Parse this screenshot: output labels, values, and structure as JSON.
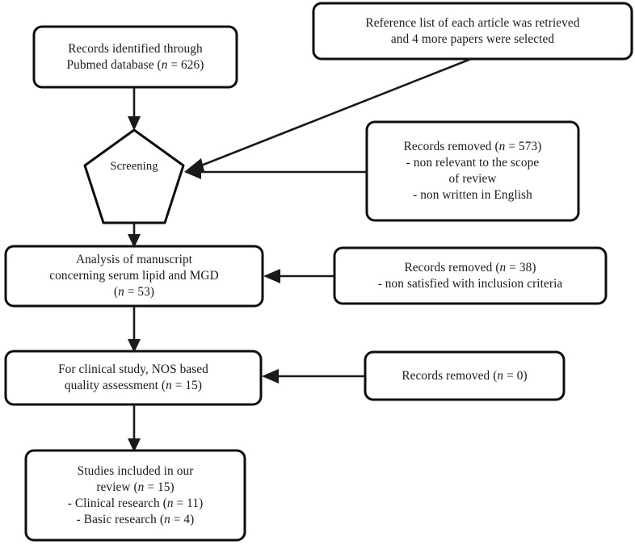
{
  "diagram": {
    "type": "prisma-flow-diagram",
    "colors": {
      "background": "#ffffff",
      "shape_stroke": "#0d0d0d",
      "connector": "#1a1a1a",
      "text": "#1a1a1a"
    },
    "nodes": [
      {
        "id": "records-identified",
        "shape": "rounded-rect",
        "lines": [
          "Records identified through",
          "Pubmed database (n = 626)"
        ],
        "count_label": "n = 626",
        "count": 626
      },
      {
        "id": "reference-list",
        "shape": "rounded-rect",
        "lines": [
          "Reference list of each article was retrieved",
          "and 4 more papers were selected"
        ],
        "count_label": "4 more papers",
        "count": 4
      },
      {
        "id": "screening",
        "shape": "pentagon",
        "lines": [
          "Screening"
        ]
      },
      {
        "id": "records-removed-573",
        "shape": "rounded-rect",
        "lines": [
          "Records removed (n = 573)",
          "- non relevant to the scope",
          "of review",
          "- non written in English"
        ],
        "count_label": "n = 573",
        "count": 573
      },
      {
        "id": "analysis-manuscript",
        "shape": "rounded-rect",
        "lines": [
          "Analysis of manuscript",
          "concerning serum lipid and MGD",
          "(n = 53)"
        ],
        "count_label": "n = 53",
        "count": 53
      },
      {
        "id": "records-removed-38",
        "shape": "rounded-rect",
        "lines": [
          "Records removed (n = 38)",
          "- non satisfied with inclusion criteria"
        ],
        "count_label": "n = 38",
        "count": 38
      },
      {
        "id": "nos-quality",
        "shape": "rounded-rect",
        "lines": [
          "For clinical study, NOS based",
          "quality assessment (n = 15)"
        ],
        "count_label": "n = 15",
        "count": 15
      },
      {
        "id": "records-removed-0",
        "shape": "rounded-rect",
        "lines": [
          "Records removed (n = 0)"
        ],
        "count_label": "n = 0",
        "count": 0
      },
      {
        "id": "studies-included",
        "shape": "rounded-rect",
        "lines": [
          "Studies included in our",
          "review (n = 15)",
          "- Clinical research (n = 11)",
          "- Basic research (n = 4)"
        ],
        "count_label": "n = 15",
        "count": 15
      }
    ],
    "edges": [
      {
        "from": "records-identified",
        "to": "screening",
        "style": "vertical-arrow"
      },
      {
        "from": "reference-list",
        "to": "screening",
        "style": "diagonal-arrow"
      },
      {
        "from": "records-removed-573",
        "to": "screening",
        "style": "horizontal-arrow"
      },
      {
        "from": "screening",
        "to": "analysis-manuscript",
        "style": "vertical-arrow"
      },
      {
        "from": "records-removed-38",
        "to": "analysis-manuscript",
        "style": "horizontal-arrow"
      },
      {
        "from": "analysis-manuscript",
        "to": "nos-quality",
        "style": "vertical-arrow"
      },
      {
        "from": "records-removed-0",
        "to": "nos-quality",
        "style": "horizontal-arrow"
      },
      {
        "from": "nos-quality",
        "to": "studies-included",
        "style": "vertical-arrow"
      }
    ]
  },
  "text": {
    "records_identified": {
      "l1": "Records identified through",
      "l2_a": "Pubmed database (",
      "l2_n": "n",
      "l2_b": " = 626)"
    },
    "reference_list": {
      "l1": "Reference list of each article was retrieved",
      "l2": "and 4 more papers were selected"
    },
    "screening": {
      "l1": "Screening"
    },
    "removed_573": {
      "l1_a": "Records removed (",
      "l1_n": "n",
      "l1_b": " = 573)",
      "l2": "- non relevant to the scope",
      "l3": "of review",
      "l4": "- non written in English"
    },
    "analysis": {
      "l1": "Analysis of manuscript",
      "l2": "concerning serum lipid and MGD",
      "l3_a": "(",
      "l3_n": "n",
      "l3_b": " = 53)"
    },
    "removed_38": {
      "l1_a": "Records removed (",
      "l1_n": "n",
      "l1_b": " = 38)",
      "l2": "- non satisfied with inclusion criteria"
    },
    "nos_quality": {
      "l1": "For clinical study, NOS based",
      "l2_a": "quality assessment (",
      "l2_n": "n",
      "l2_b": " = 15)"
    },
    "removed_0": {
      "l1_a": "Records removed (",
      "l1_n": "n",
      "l1_b": " = 0)"
    },
    "studies_included": {
      "l1": "Studies included in our",
      "l2_a": "review (",
      "l2_n": "n",
      "l2_b": " = 15)",
      "l3_a": "- Clinical research (",
      "l3_n": "n",
      "l3_b": " = 11)",
      "l4_a": "- Basic research (",
      "l4_n": "n",
      "l4_b": " = 4)"
    }
  }
}
